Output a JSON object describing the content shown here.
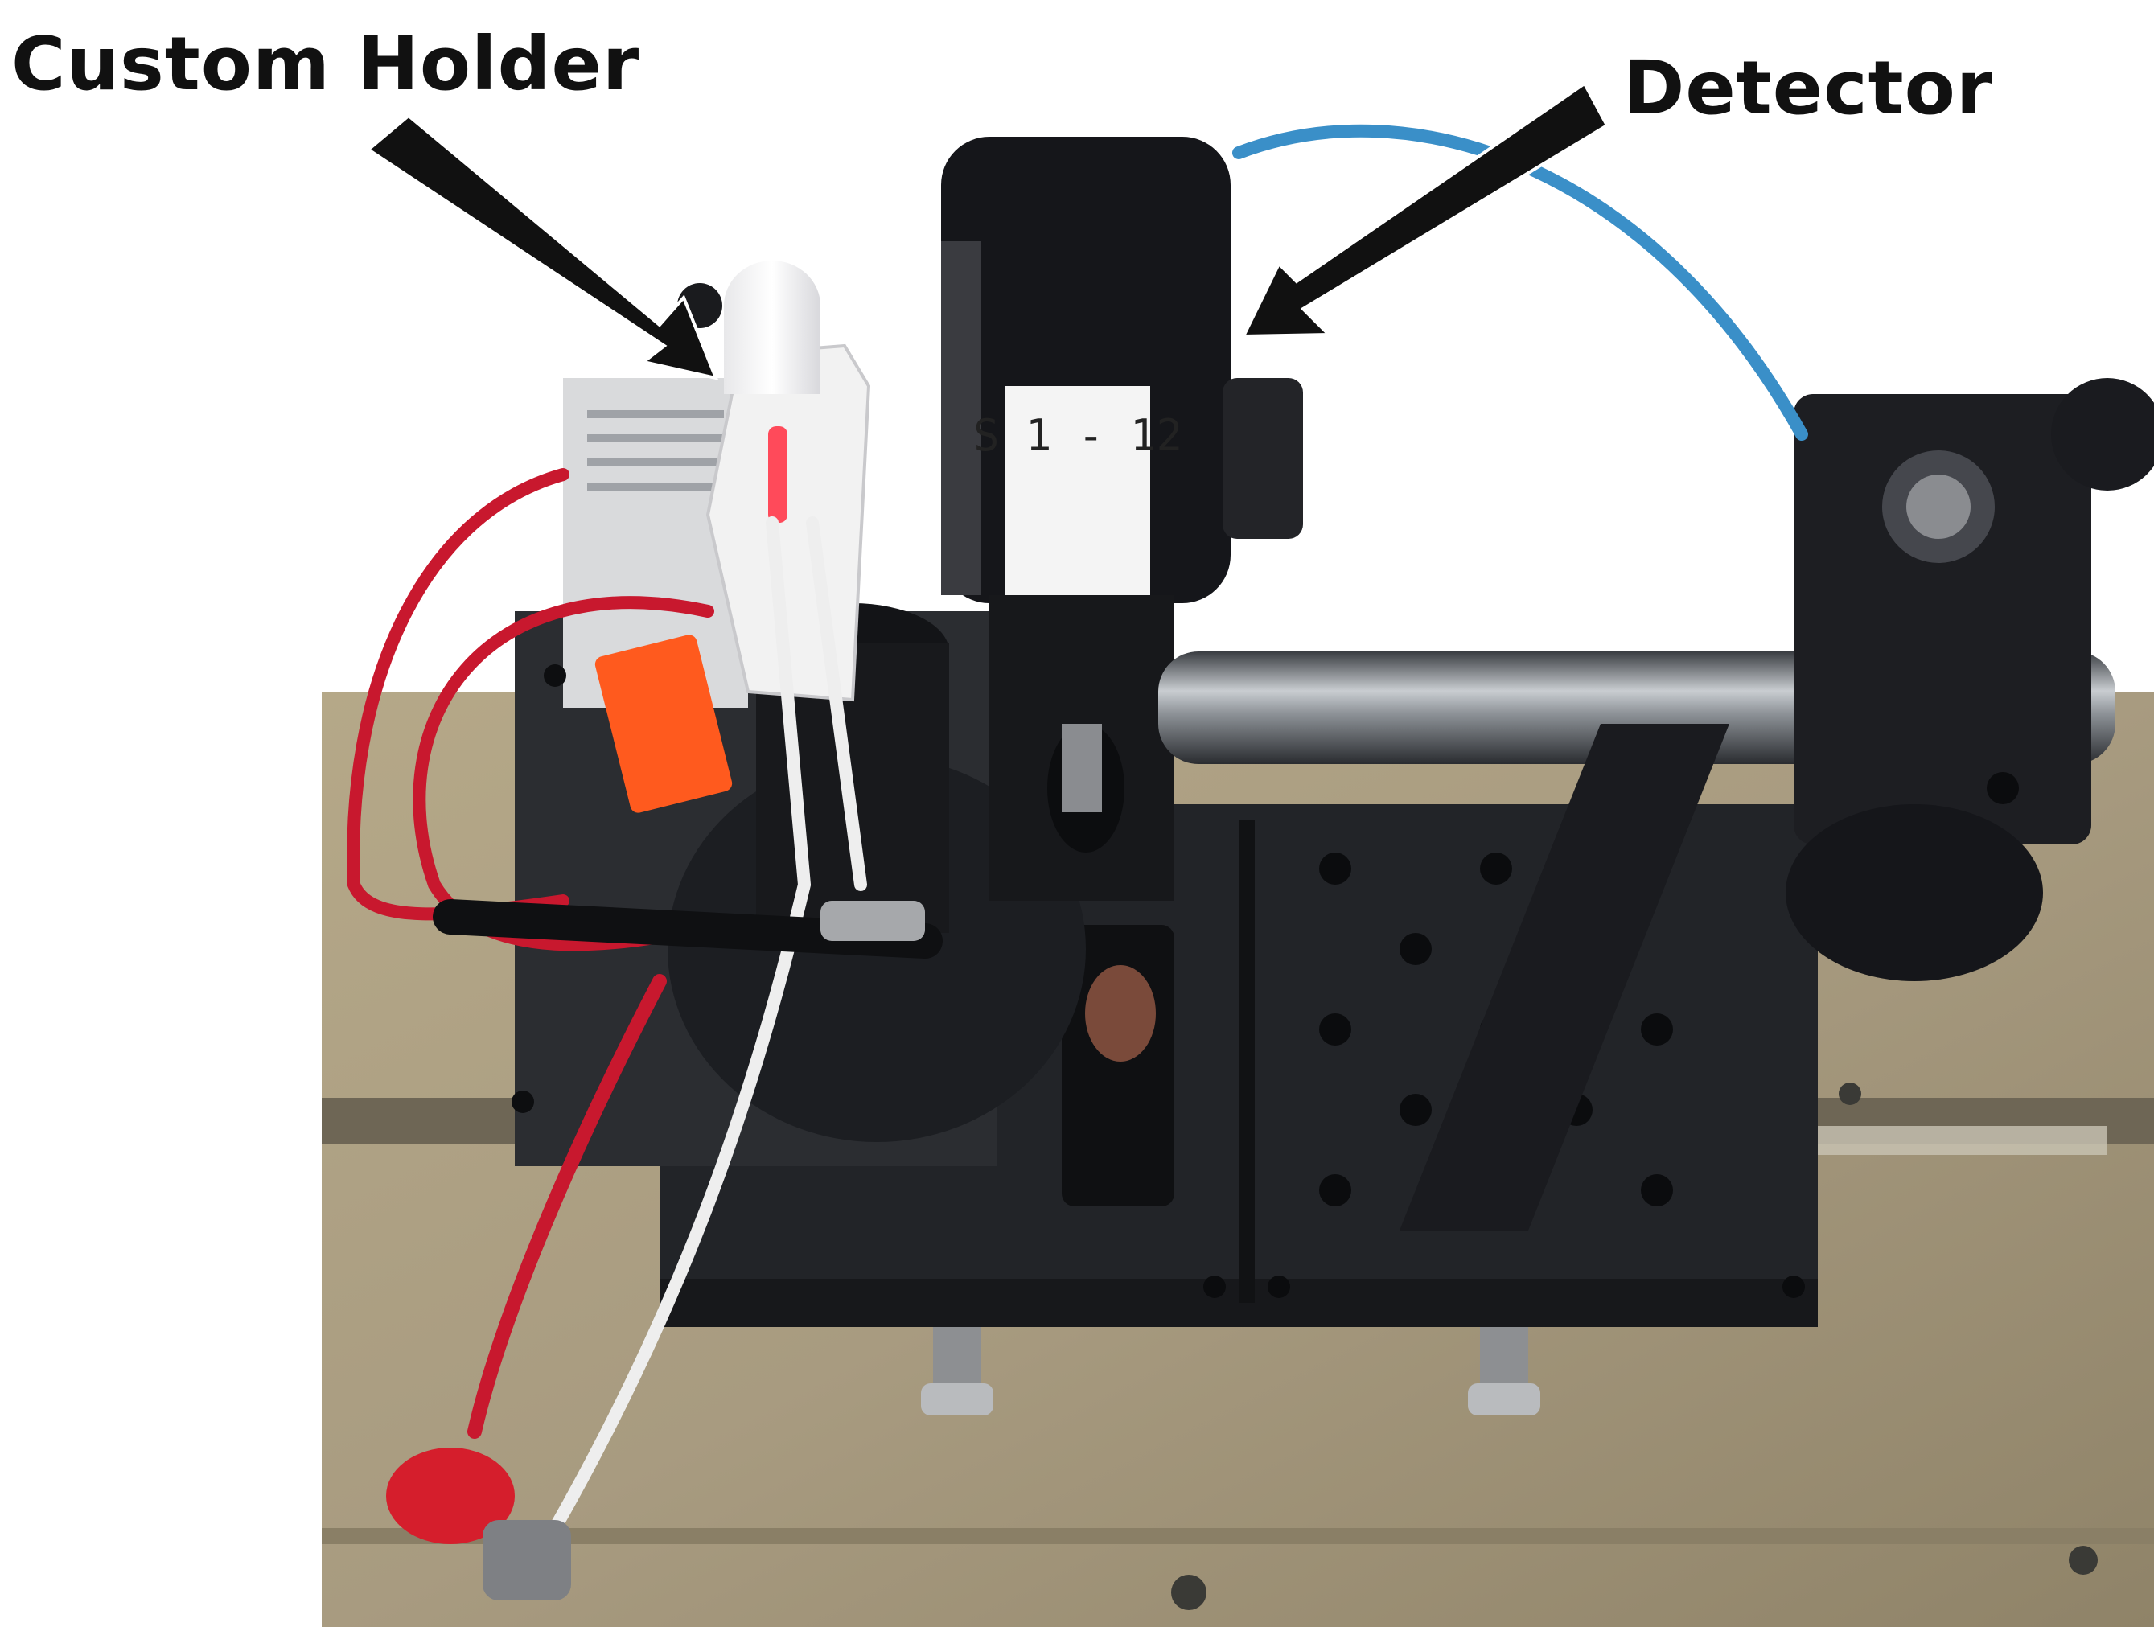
{
  "annotations": {
    "custom_holder": "Custom Holder",
    "detector": "Detector"
  },
  "detector_label_text": "S 1 - 12",
  "colors": {
    "background": "#ffffff",
    "breadboard": "#a89b80",
    "hardware": "#1c1e22",
    "steel_rod": "#8e9398",
    "red_wire": "#c8182e",
    "white_wire": "#eeeeee",
    "blue_cable": "#3a8fc8",
    "arrow": "#111111"
  }
}
